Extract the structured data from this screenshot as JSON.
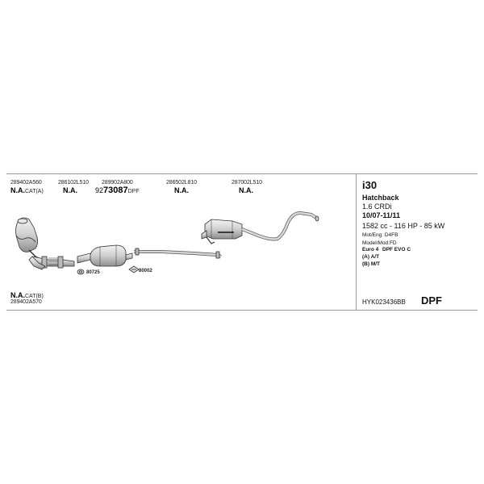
{
  "parts": {
    "p1": {
      "number": "289402A560",
      "status": "N.A.",
      "suffix": "CAT(A)"
    },
    "p2": {
      "number": "286102L510",
      "status": "N.A."
    },
    "p3": {
      "number": "289902A800",
      "prefix": "92",
      "ref": "73087",
      "suffix": "DPF"
    },
    "p4": {
      "number": "286502L810",
      "status": "N.A."
    },
    "p5": {
      "number": "287002L510",
      "status": "N.A."
    },
    "p6": {
      "status": "N.A.",
      "suffix": "CAT(B)",
      "number": "289402A570"
    }
  },
  "small_parts": {
    "gasket": "80725",
    "clamp": "80002"
  },
  "vehicle": {
    "model": "i30",
    "body": "Hatchback",
    "engine": "1.6 CRDi",
    "period": "10/07-11/11",
    "power": "1582 cc - 116 HP - 85 kW",
    "mot_eng": "Mot/Eng: D4FB",
    "model_mod": "Model/Mod:FD",
    "euro": "Euro 4",
    "dpf_evo": "DPF EVO C",
    "trans_a": "(A) A/T",
    "trans_b": "(B) M/T"
  },
  "footer": {
    "code": "HYK023436BB",
    "badge": "DPF"
  }
}
